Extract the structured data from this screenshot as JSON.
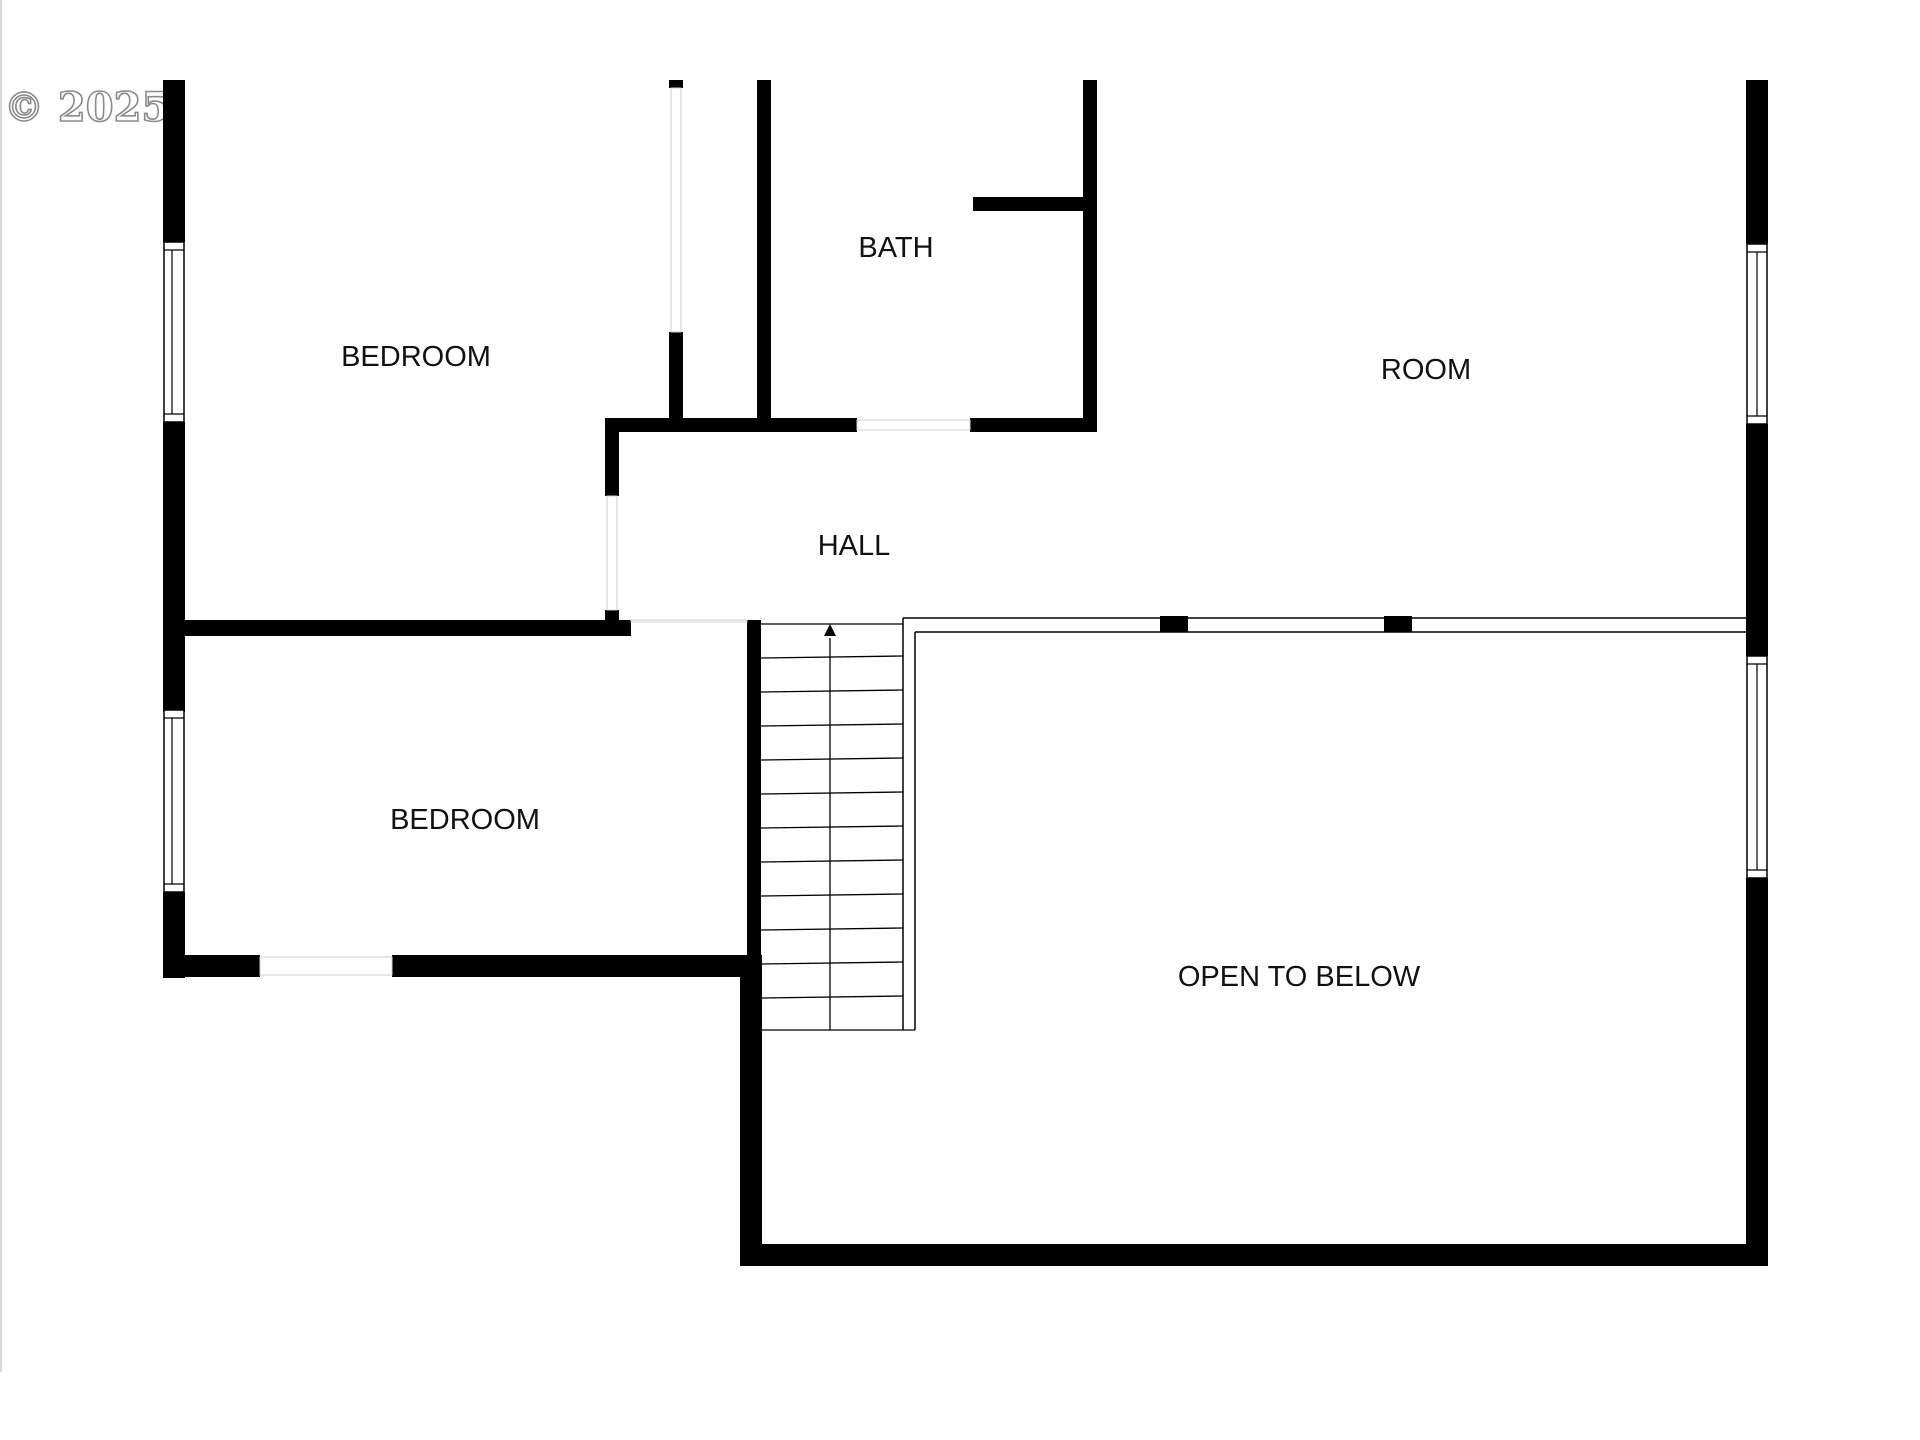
{
  "watermark": {
    "text": "© 2025"
  },
  "rooms": {
    "bedroom_top": "BEDROOM",
    "bath": "BATH",
    "room": "ROOM",
    "hall": "HALL",
    "bedroom_bottom": "BEDROOM",
    "open_to_below": "OPEN TO BELOW"
  },
  "colors": {
    "wall": "#000000",
    "background": "#ffffff",
    "watermark_outline": "#8a8a8a"
  }
}
